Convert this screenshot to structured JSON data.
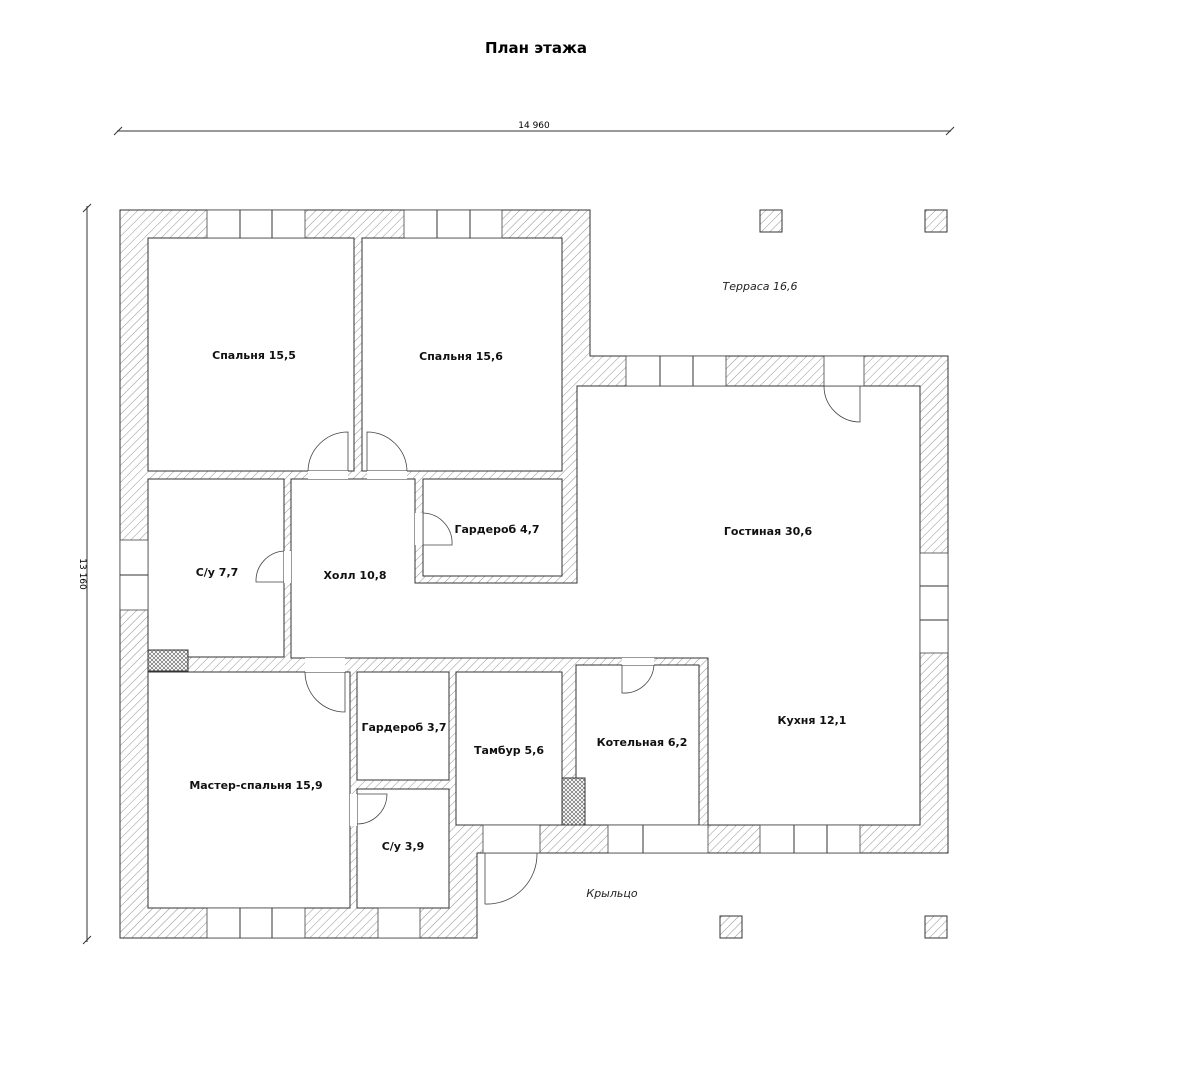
{
  "title": "План этажа",
  "dimensions": {
    "width": "14 960",
    "height": "13 160"
  },
  "rooms": {
    "bedroom1": "Спальня 15,5",
    "bedroom2": "Спальня 15,6",
    "bathroom1": "С/у 7,7",
    "hall": "Холл 10,8",
    "wardrobe1": "Гардероб 4,7",
    "living": "Гостиная 30,6",
    "master": "Мастер-спальня 15,9",
    "wardrobe2": "Гардероб 3,7",
    "bathroom2": "С/у 3,9",
    "vestibule": "Тамбур 5,6",
    "boiler": "Котельная 6,2",
    "kitchen": "Кухня 12,1"
  },
  "outdoor": {
    "terrace": "Терраса 16,6",
    "porch": "Крыльцо"
  }
}
